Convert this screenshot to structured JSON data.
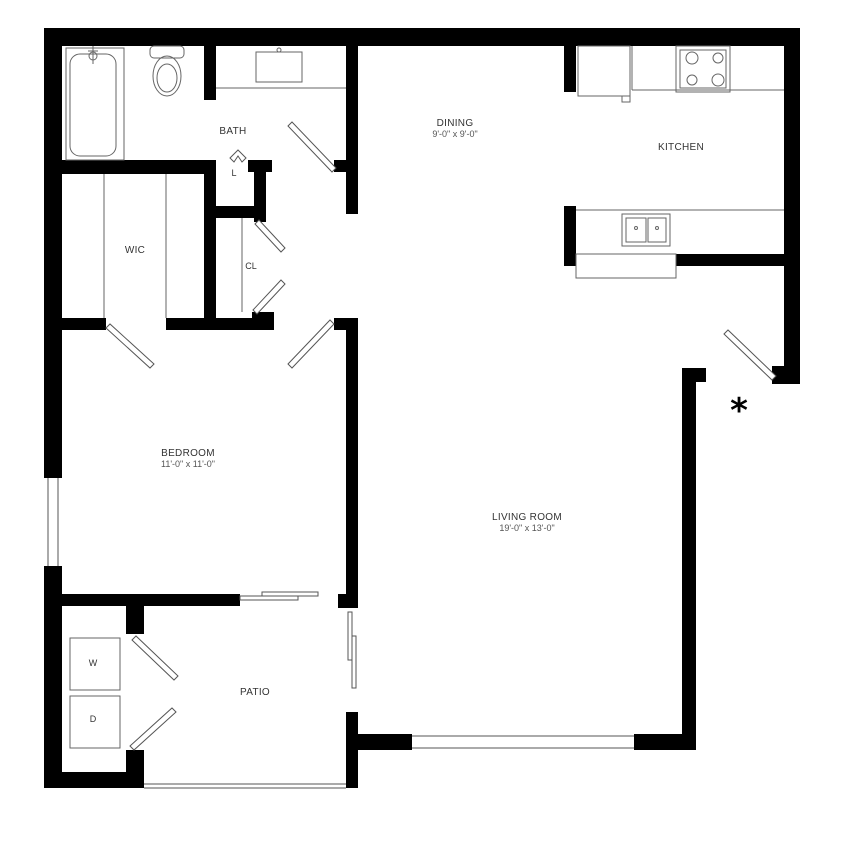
{
  "plan": {
    "colors": {
      "wall": "#000000",
      "line": "#555555",
      "fixture": "#666666",
      "background": "#ffffff"
    },
    "rooms": {
      "bath": {
        "name": "BATH"
      },
      "dining": {
        "name": "DINING",
        "dimensions": "9'-0\" x 9'-0\""
      },
      "kitchen": {
        "name": "KITCHEN"
      },
      "wic": {
        "name": "WIC"
      },
      "closet": {
        "name": "CL"
      },
      "linen": {
        "name": "L"
      },
      "bedroom": {
        "name": "BEDROOM",
        "dimensions": "11'-0\" x 11'-0\""
      },
      "living_room": {
        "name": "LIVING ROOM",
        "dimensions": "19'-0\" x 13'-0\""
      },
      "patio": {
        "name": "PATIO"
      }
    },
    "appliances": {
      "washer": "W",
      "dryer": "D"
    },
    "entry_marker": "*"
  }
}
